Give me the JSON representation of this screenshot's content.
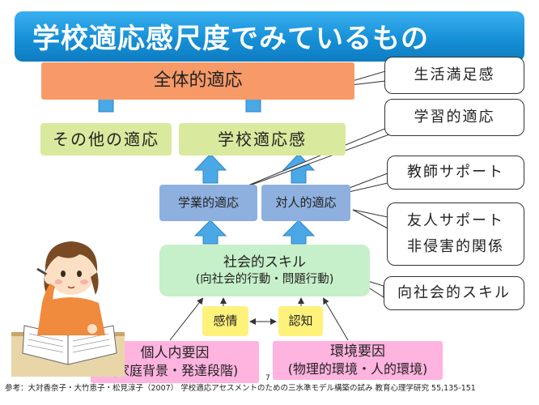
{
  "title": "学校適応感尺度でみているもの",
  "boxes": {
    "overall": "全体的適応",
    "other": "その他の適応",
    "school": "学校適応感",
    "academic": "学業的適応",
    "interpersonal": "対人的適応",
    "social_skill_1": "社会的スキル",
    "social_skill_2": "(向社会的行動・問題行動)",
    "emotion": "感情",
    "cognition": "認知",
    "individual_1": "個人内要因",
    "individual_2": "(家庭背景・発達段階)",
    "environment_1": "環境要因",
    "environment_2": "(物理的環境・人的環境)"
  },
  "callouts": {
    "life_satisfaction": "生活満足感",
    "learning_adaptation": "学習的適応",
    "teacher_support": "教師サポート",
    "friend_support": "友人サポート",
    "non_aggressive": "非侵害的関係",
    "prosocial_skill": "向社会的スキル"
  },
  "footer": "参考：大対香奈子・大竹恵子・松見淳子（2007） 学校適応アセスメントのための三水準モデル構築の試み 教育心理学研究 55,135-151",
  "page_number": "7",
  "colors": {
    "title_bar": "#1690d6",
    "overall": "#f79a68",
    "green": "#d9ea9e",
    "blue": "#8eb0df",
    "mint": "#c6f0c9",
    "yellow": "#fff27a",
    "pink": "#ffb3df",
    "arrow": "#4aa8e6"
  }
}
